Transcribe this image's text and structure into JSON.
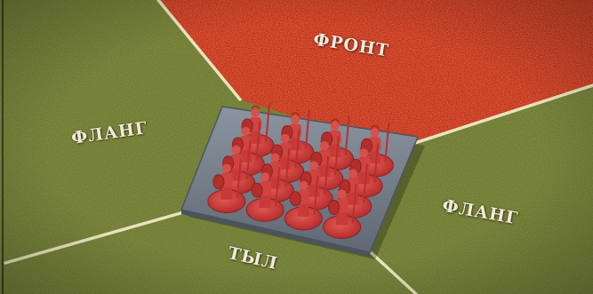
{
  "zones": {
    "front": "ФРОНТ",
    "flank_left": "ФЛАНГ",
    "flank_right": "ФЛАНГ",
    "rear": "ТЫЛ"
  },
  "colors": {
    "front_zone": "#c8321a",
    "grass_zone": "#6f7a32",
    "border_line": "#e8e2b8",
    "base_tray": "#6f7a86",
    "miniature": "#c83a38"
  },
  "unit": {
    "rows": 4,
    "columns": 4,
    "figures": 16
  }
}
